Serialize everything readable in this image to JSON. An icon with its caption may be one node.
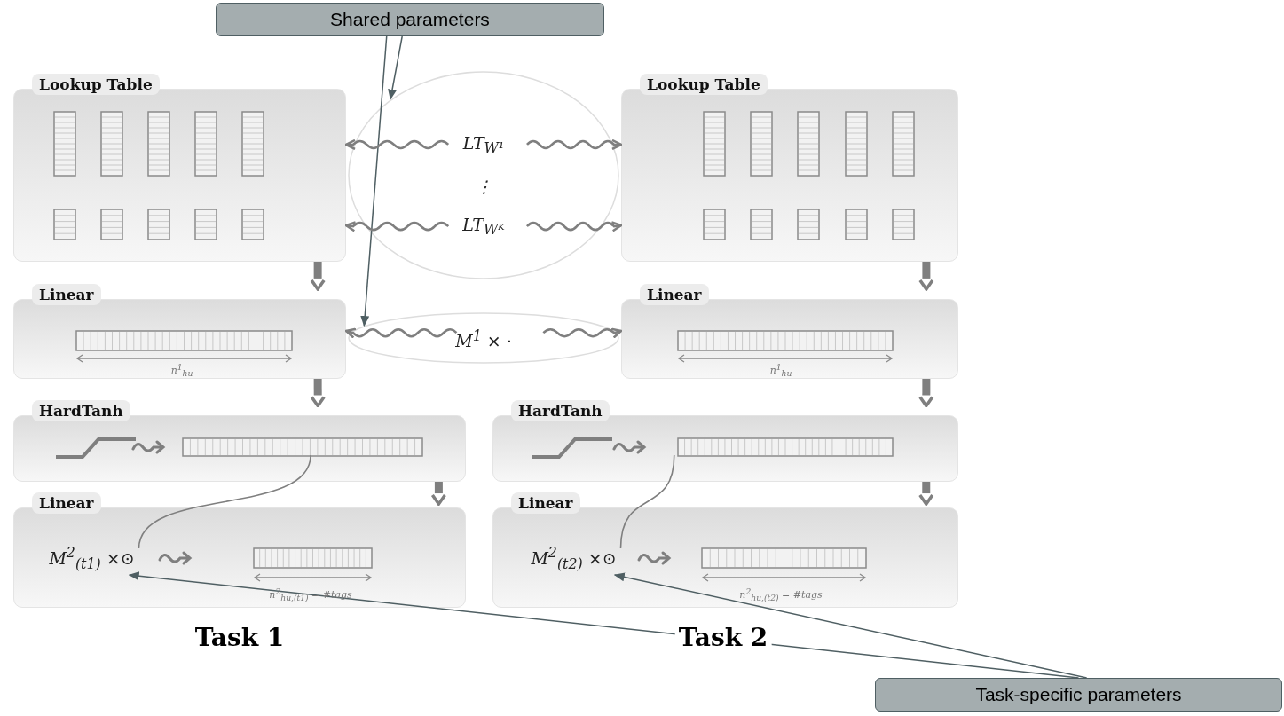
{
  "diagram": {
    "nodes": [
      {
        "text": [
          "Shared parameters"
        ]
      },
      {
        "text": [
          "Task-specific parameters"
        ]
      },
      {
        "text": [
          "Lookup Table"
        ]
      },
      {
        "text": [
          "Linear"
        ]
      },
      {
        "text": [
          "HardTanh"
        ]
      },
      {
        "text": [
          "Linear"
        ]
      },
      {
        "text": [
          "Lookup Table"
        ]
      },
      {
        "text": [
          "Linear"
        ]
      },
      {
        "text": [
          "HardTanh"
        ]
      },
      {
        "text": [
          "Linear"
        ]
      },
      {
        "text": [
          "LT$_{W¹}$",
          "⋮",
          "LT$_{Wᴷ}$"
        ]
      },
      {
        "text": [
          "M$^{1}$ × ·"
        ]
      },
      {
        "text": [
          "M$^{2}$$_{(t1)}$ ×⊙"
        ],
        "in": 5
      },
      {
        "text": [
          "M$^{2}$$_{(t2)}$ ×⊙"
        ],
        "in": 9
      }
    ],
    "edges": [
      {
        "from": 0,
        "to": 10,
        "arrow": "to",
        "color": "#4f5f63"
      },
      {
        "from": 0,
        "to": 11,
        "arrow": "to",
        "color": "#4f5f63"
      },
      {
        "from": 10,
        "to": 2,
        "arrow": "to"
      },
      {
        "from": 10,
        "to": 6,
        "arrow": "to"
      },
      {
        "from": 10,
        "to": 2,
        "arrow": "to"
      },
      {
        "from": 10,
        "to": 6,
        "arrow": "to"
      },
      {
        "from": 11,
        "to": 3,
        "arrow": "to"
      },
      {
        "from": 11,
        "to": 7,
        "arrow": "to"
      },
      {
        "from": 2,
        "to": 3,
        "arrow": "to",
        "style": "thick"
      },
      {
        "from": 3,
        "to": 4,
        "arrow": "to",
        "style": "thick"
      },
      {
        "from": 4,
        "to": 5,
        "arrow": "to",
        "style": "thick"
      },
      {
        "from": 6,
        "to": 7,
        "arrow": "to",
        "style": "thick"
      },
      {
        "from": 7,
        "to": 8,
        "arrow": "to",
        "style": "thick"
      },
      {
        "from": 8,
        "to": 9,
        "arrow": "to",
        "style": "thick"
      },
      {
        "from": 4,
        "to": 12,
        "arrow": "none"
      },
      {
        "from": 8,
        "to": 13,
        "arrow": "none"
      },
      {
        "from": 1,
        "to": 12,
        "arrow": "to",
        "color": "#4f5f63"
      },
      {
        "from": 1,
        "to": 13,
        "arrow": "to",
        "color": "#4f5f63"
      }
    ],
    "labels": [
      "n$^{1}$$_{hu}$",
      "n$^{1}$$_{hu}$",
      "n$^{2}$$_{hu,(t1)}$ = #tags",
      "n$^{2}$$_{hu,(t2)}$ = #tags",
      "Task 1",
      "Task 2"
    ]
  }
}
